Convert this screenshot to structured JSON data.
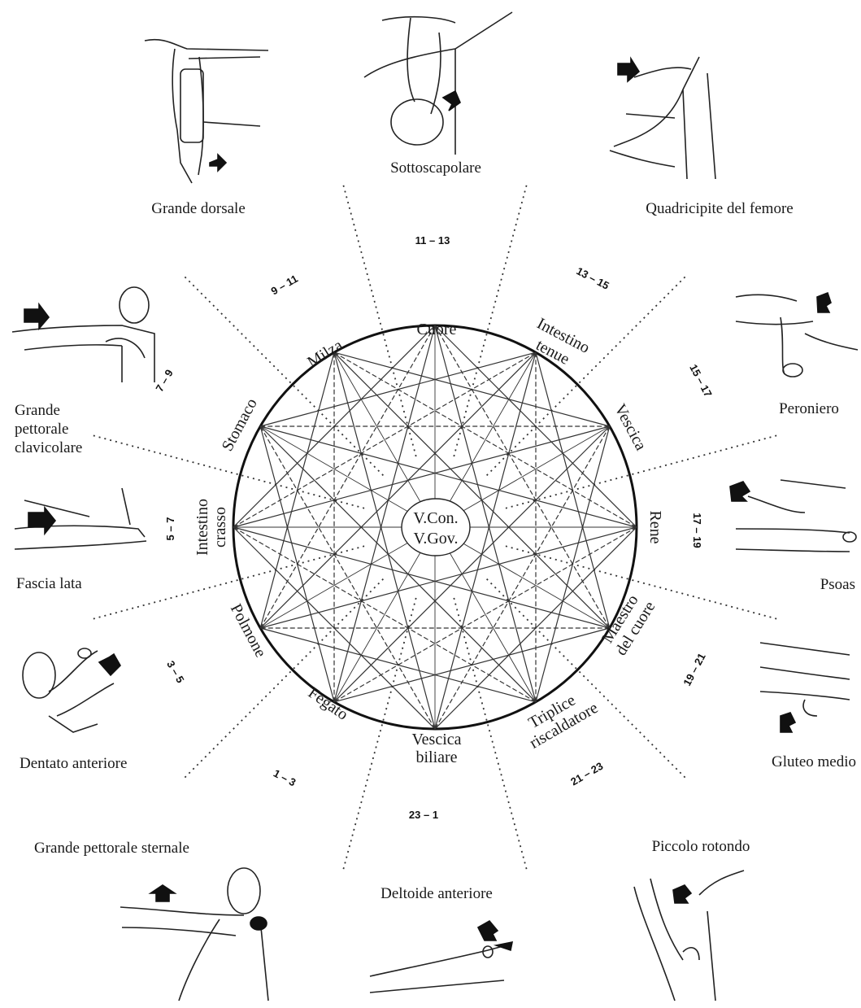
{
  "center_label": [
    "V.Con.",
    "V.Gov."
  ],
  "organs": [
    "Cuore",
    "Intestino tenue",
    "Vescica",
    "Rene",
    "Maestro del cuore",
    "Triplice riscaldatore",
    "Vescica biliare",
    "Fegato",
    "Polmone",
    "Intestino crasso",
    "Stomaco",
    "Milza"
  ],
  "organ_lines": {
    "intestino_tenue": [
      "Intestino",
      "tenue"
    ],
    "maestro_del_cuore": [
      "Maestro",
      "del cuore"
    ],
    "triplice_riscaldatore": [
      "Triplice",
      "riscaldatore"
    ],
    "vescica_biliare": [
      "Vescica",
      "biliare"
    ],
    "intestino_crasso": [
      "Intestino",
      "crasso"
    ]
  },
  "hours": [
    "11 – 13",
    "13 – 15",
    "15 – 17",
    "17 – 19",
    "19 – 21",
    "21 – 23",
    "23 – 1",
    "1 – 3",
    "3 – 5",
    "5 – 7",
    "7 – 9",
    "9 – 11"
  ],
  "muscles": {
    "sottoscapolare": "Sottoscapolare",
    "quadricipite": "Quadricipite del femore",
    "peroniero": "Peroniero",
    "psoas": "Psoas",
    "gluteo_medio": "Gluteo medio",
    "piccolo_rotondo": "Piccolo rotondo",
    "deltoide_anteriore": "Deltoide anteriore",
    "grande_pettorale_sternale": "Grande pettorale  sternale",
    "dentato_anteriore": "Dentato anteriore",
    "fascia_lata": "Fascia lata",
    "grande_pettorale_clavicolare": [
      "Grande",
      "pettorale",
      "clavicolare"
    ],
    "grande_dorsale": "Grande dorsale"
  },
  "illustration_icons": [
    "grande-dorsale-figure-icon",
    "sottoscapolare-figure-icon",
    "quadricipite-figure-icon",
    "peroniero-figure-icon",
    "psoas-figure-icon",
    "gluteo-medio-figure-icon",
    "piccolo-rotondo-figure-icon",
    "deltoide-figure-icon",
    "grande-pettorale-sternale-figure-icon",
    "dentato-figure-icon",
    "fascia-lata-figure-icon",
    "grande-pettorale-clavicolare-figure-icon"
  ]
}
